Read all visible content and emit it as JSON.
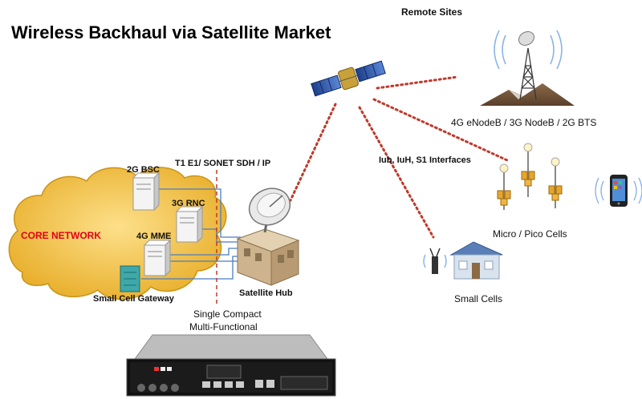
{
  "title": "Wireless Backhaul via Satellite Market",
  "labels": {
    "remote_sites": "Remote Sites",
    "enodeb": "4G eNodeB  / 3G NodeB / 2G BTS",
    "t1": "T1 E1/ SONET SDH /  IP",
    "iub": "Iub, IuH, S1 Interfaces",
    "bsc_2g": "2G BSC",
    "rnc_3g": "3G RNC",
    "mme_4g": "4G MME",
    "core_network": "CORE NETWORK",
    "gateway": "Small Cell Gateway",
    "hub": "Satellite Hub",
    "compact_1": "Single Compact",
    "compact_2": "Multi-Functional",
    "micro_pico": "Micro / Pico Cells",
    "small_cells": "Small Cells"
  },
  "colors": {
    "cloud": "#f3c64a",
    "core_text": "#e2001a",
    "red_link": "#c0392b",
    "blue_link": "#4a7bc4"
  }
}
